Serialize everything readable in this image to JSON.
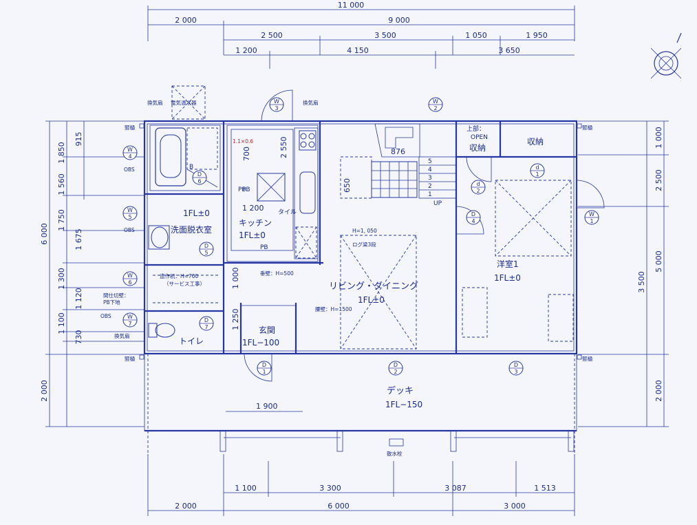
{
  "dimensions": {
    "top": {
      "overall": "11 000",
      "row1": [
        "2 000",
        "9 000"
      ],
      "row2": [
        "2 500",
        "3 500",
        "1 050",
        "1 950"
      ],
      "row3": [
        "1 200",
        "4 150",
        "3 650"
      ]
    },
    "bottom": {
      "row1": [
        "1 100",
        "3 300",
        "3 087",
        "1 513"
      ],
      "row2": [
        "2 000",
        "6 000",
        "3 000"
      ]
    },
    "left": {
      "overall": "6 000",
      "outer": [
        "1 850",
        "1 560",
        "1 750",
        "1 675",
        "1 300",
        "1 120",
        "1 100",
        "730",
        "2 000"
      ],
      "inner": [
        "915"
      ]
    },
    "right": {
      "row": [
        "1 000",
        "2 500",
        "5 000",
        "3 500",
        "2 000"
      ]
    },
    "interior": [
      "2 550",
      "700",
      "1 200",
      "650",
      "1 000",
      "1 250",
      "1 900",
      "876"
    ]
  },
  "rooms": {
    "washroom_floor": "1FL±0",
    "washroom": "洗面脱衣室",
    "kitchen": "キッチン",
    "kitchen_floor": "1FL±0",
    "kitchen_pb": "PB",
    "kitchen_pb2": "PB",
    "tile": "タイル",
    "living": "リビング・ダイニング",
    "living_floor": "1FL±0",
    "western": "洋室1",
    "western_floor": "1FL±0",
    "storage": "収納",
    "upper_open": "上部：",
    "open": "OPEN",
    "storage2": "収納",
    "entrance": "玄関",
    "entrance_floor": "1FL−100",
    "toilet": "トイレ",
    "deck": "デッキ",
    "deck_floor": "1FL−150"
  },
  "notes": {
    "fan1": "換気扇",
    "water_heater": "電気温水器",
    "fan2": "換気扇",
    "fan3": "換気扇",
    "chimney1": "竪樋",
    "chimney2": "竪樋",
    "chimney3": "竪樋",
    "chimney4": "竪樋",
    "obs1": "OBS",
    "obs2": "OBS",
    "obs3": "OBS",
    "furniture": "造作机：H=700",
    "service": "（サービス工事）",
    "partition": "間仕切壁：",
    "pb_base": "PB下地",
    "hanging_wall": "垂壁：H=500",
    "log_beam": "ログ梁3段",
    "h1050": "H=1, 050",
    "hanging_wall2": "腰壁：H=1500",
    "up": "UP",
    "sprinkler": "散水栓",
    "hand_note": "1.1×0.6",
    "stair_steps": [
      "1",
      "2",
      "3",
      "4",
      "5"
    ],
    "pb_left": "PB"
  },
  "tags": {
    "windows": [
      "W\n4",
      "W\n5",
      "W\n6",
      "W\n7",
      "W\n3",
      "W\n2",
      "W\n1"
    ],
    "doors": [
      "D\n6",
      "D\n5",
      "D\n7",
      "D\n4",
      "D\n2",
      "D\n1",
      "D\n1",
      "D\n2",
      "D\n3"
    ]
  }
}
